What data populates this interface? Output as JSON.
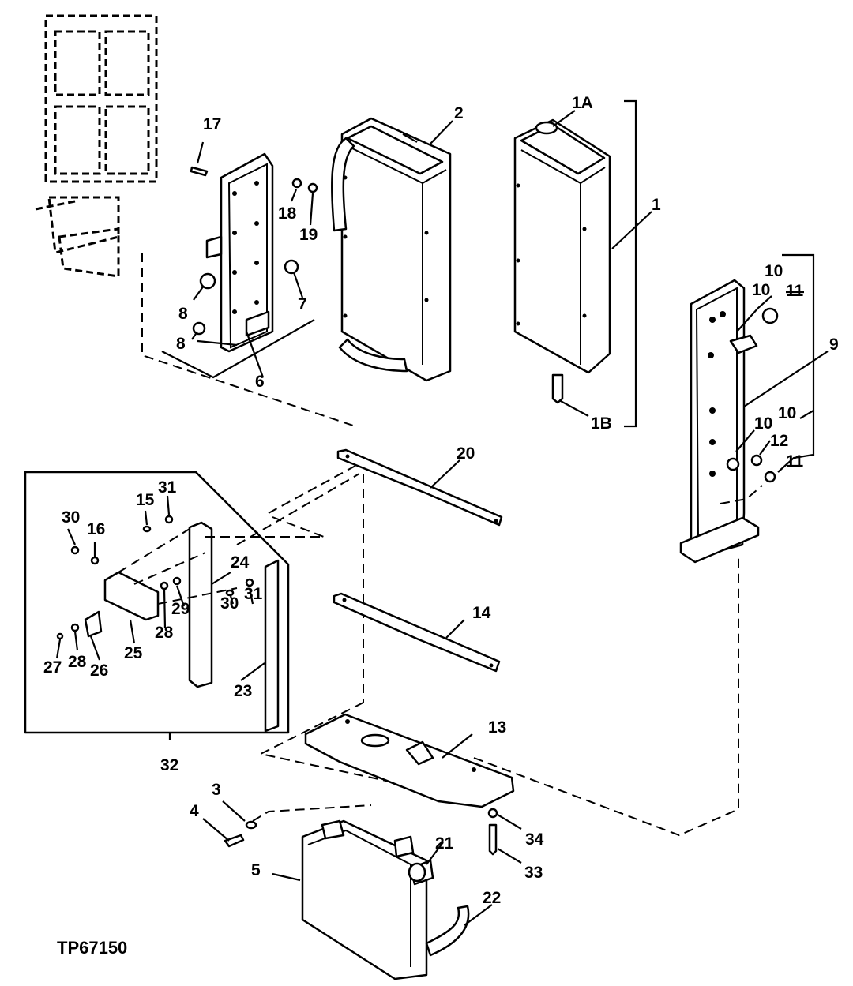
{
  "figure_ref": "TP67150",
  "callouts": {
    "c1": "1",
    "c1a": "1A",
    "c1b": "1B",
    "c2": "2",
    "c3": "3",
    "c4": "4",
    "c5": "5",
    "c6": "6",
    "c7": "7",
    "c8a": "8",
    "c8b": "8",
    "c9": "9",
    "c10a": "10",
    "c10b": "10",
    "c10c": "10",
    "c10d": "10",
    "c11a": "11",
    "c11b": "11",
    "c12": "12",
    "c13": "13",
    "c14": "14",
    "c15": "15",
    "c16": "16",
    "c17": "17",
    "c18": "18",
    "c19": "19",
    "c20": "20",
    "c21": "21",
    "c22": "22",
    "c23": "23",
    "c24": "24",
    "c25": "25",
    "c26": "26",
    "c27": "27",
    "c28a": "28",
    "c28b": "28",
    "c29": "29",
    "c30a": "30",
    "c30b": "30",
    "c31a": "31",
    "c31b": "31",
    "c32": "32",
    "c33": "33",
    "c34": "34"
  }
}
